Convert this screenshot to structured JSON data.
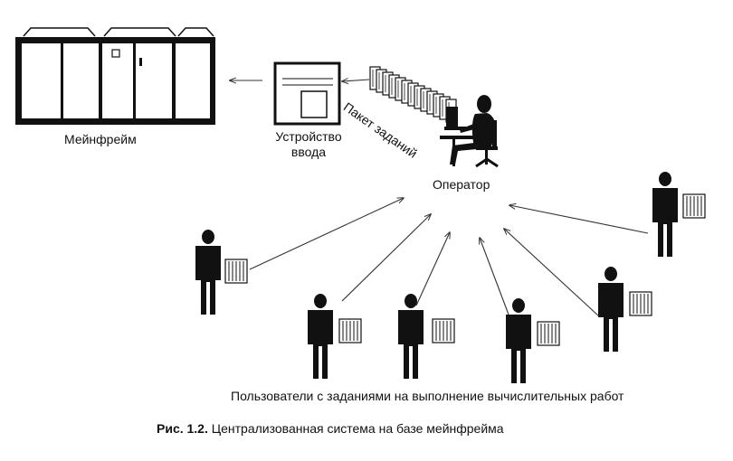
{
  "labels": {
    "mainframe": "Мейнфрейм",
    "input_device": "Устройство ввода",
    "operator": "Оператор",
    "job_batch": "Пакет заданий",
    "users": "Пользователи с заданиями на выполнение вычислительных работ"
  },
  "caption": {
    "figure_number": "Рис. 1.2.",
    "text": "Централизованная система на базе мейнфрейма"
  }
}
